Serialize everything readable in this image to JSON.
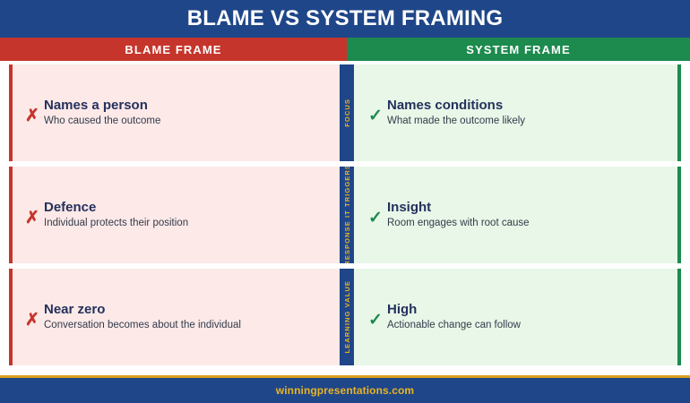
{
  "title": "BLAME VS SYSTEM FRAMING",
  "colors": {
    "brand_blue": "#1f4689",
    "blame_red": "#c6352b",
    "system_green": "#1d8a4e",
    "gold": "#e8b422",
    "blame_bg": "#fce9e8",
    "system_bg": "#e8f7e8",
    "title_text": "#24315c"
  },
  "columns": {
    "left_header": "BLAME FRAME",
    "right_header": "SYSTEM FRAME"
  },
  "icons": {
    "cross": "✗",
    "check": "✓"
  },
  "rows": [
    {
      "center_label": "FOCUS",
      "left": {
        "title": "Names a person",
        "sub": "Who caused the outcome"
      },
      "right": {
        "title": "Names conditions",
        "sub": "What made the outcome likely"
      }
    },
    {
      "center_label": "RESPONSE IT TRIGGERS",
      "left": {
        "title": "Defence",
        "sub": "Individual protects their position"
      },
      "right": {
        "title": "Insight",
        "sub": "Room engages with root cause"
      }
    },
    {
      "center_label": "LEARNING VALUE",
      "left": {
        "title": "Near zero",
        "sub": "Conversation becomes about the individual"
      },
      "right": {
        "title": "High",
        "sub": "Actionable change can follow"
      }
    }
  ],
  "footer": "winningpresentations.com"
}
